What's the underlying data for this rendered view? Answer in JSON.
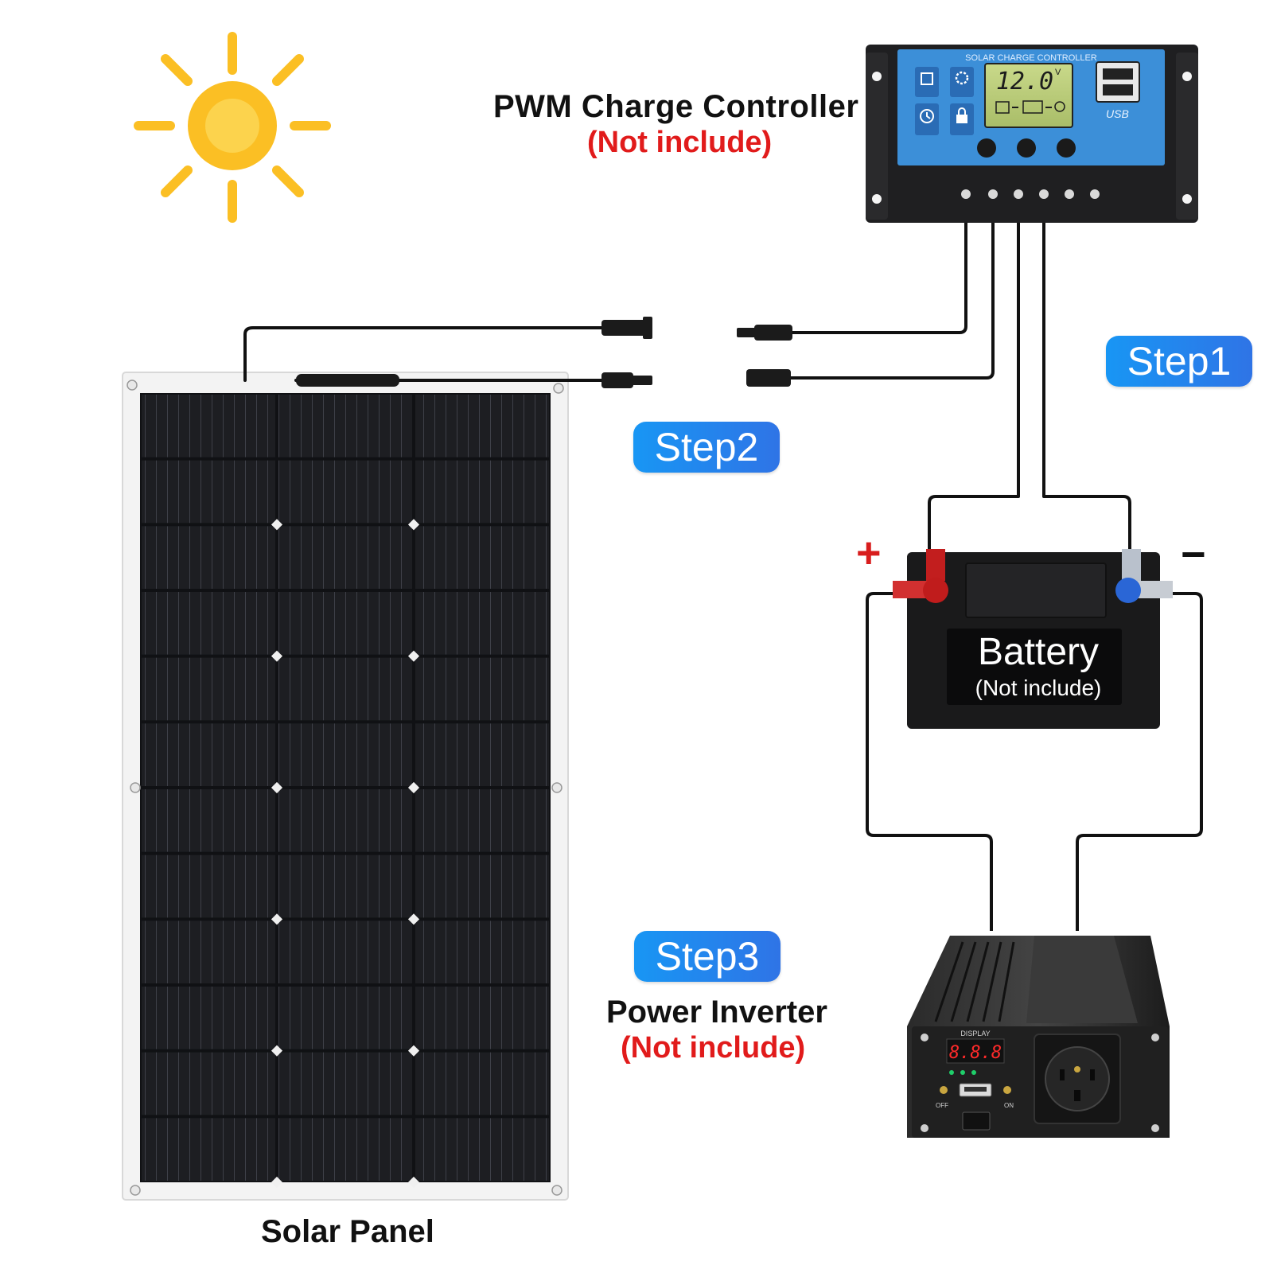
{
  "controller": {
    "title": "PWM Charge Controller",
    "note": "(Not include)",
    "header": "SOLAR CHARGE CONTROLLER",
    "lcd_value": "12.0",
    "lcd_unit": "V",
    "usb_label": "USB",
    "icons": [
      "chip-icon",
      "gear-icon",
      "clock-icon",
      "lock-icon"
    ]
  },
  "steps": {
    "step1": "Step1",
    "step2": "Step2",
    "step3": "Step3"
  },
  "battery": {
    "title": "Battery",
    "note": "(Not include)",
    "plus": "+",
    "minus": "−"
  },
  "inverter": {
    "title": "Power Inverter",
    "note": "(Not include)",
    "display_label": "DISPLAY",
    "display_value": "8.8.8",
    "off_label": "OFF",
    "on_label": "ON"
  },
  "panel": {
    "title": "Solar Panel"
  },
  "colors": {
    "sun": "#fbbf24",
    "step_badge": "#1f8ef1",
    "note_red": "#e11b1b",
    "controller_face": "#3c8fd8",
    "plus_terminal": "#d81d1d",
    "minus_terminal": "#2a66d6"
  }
}
